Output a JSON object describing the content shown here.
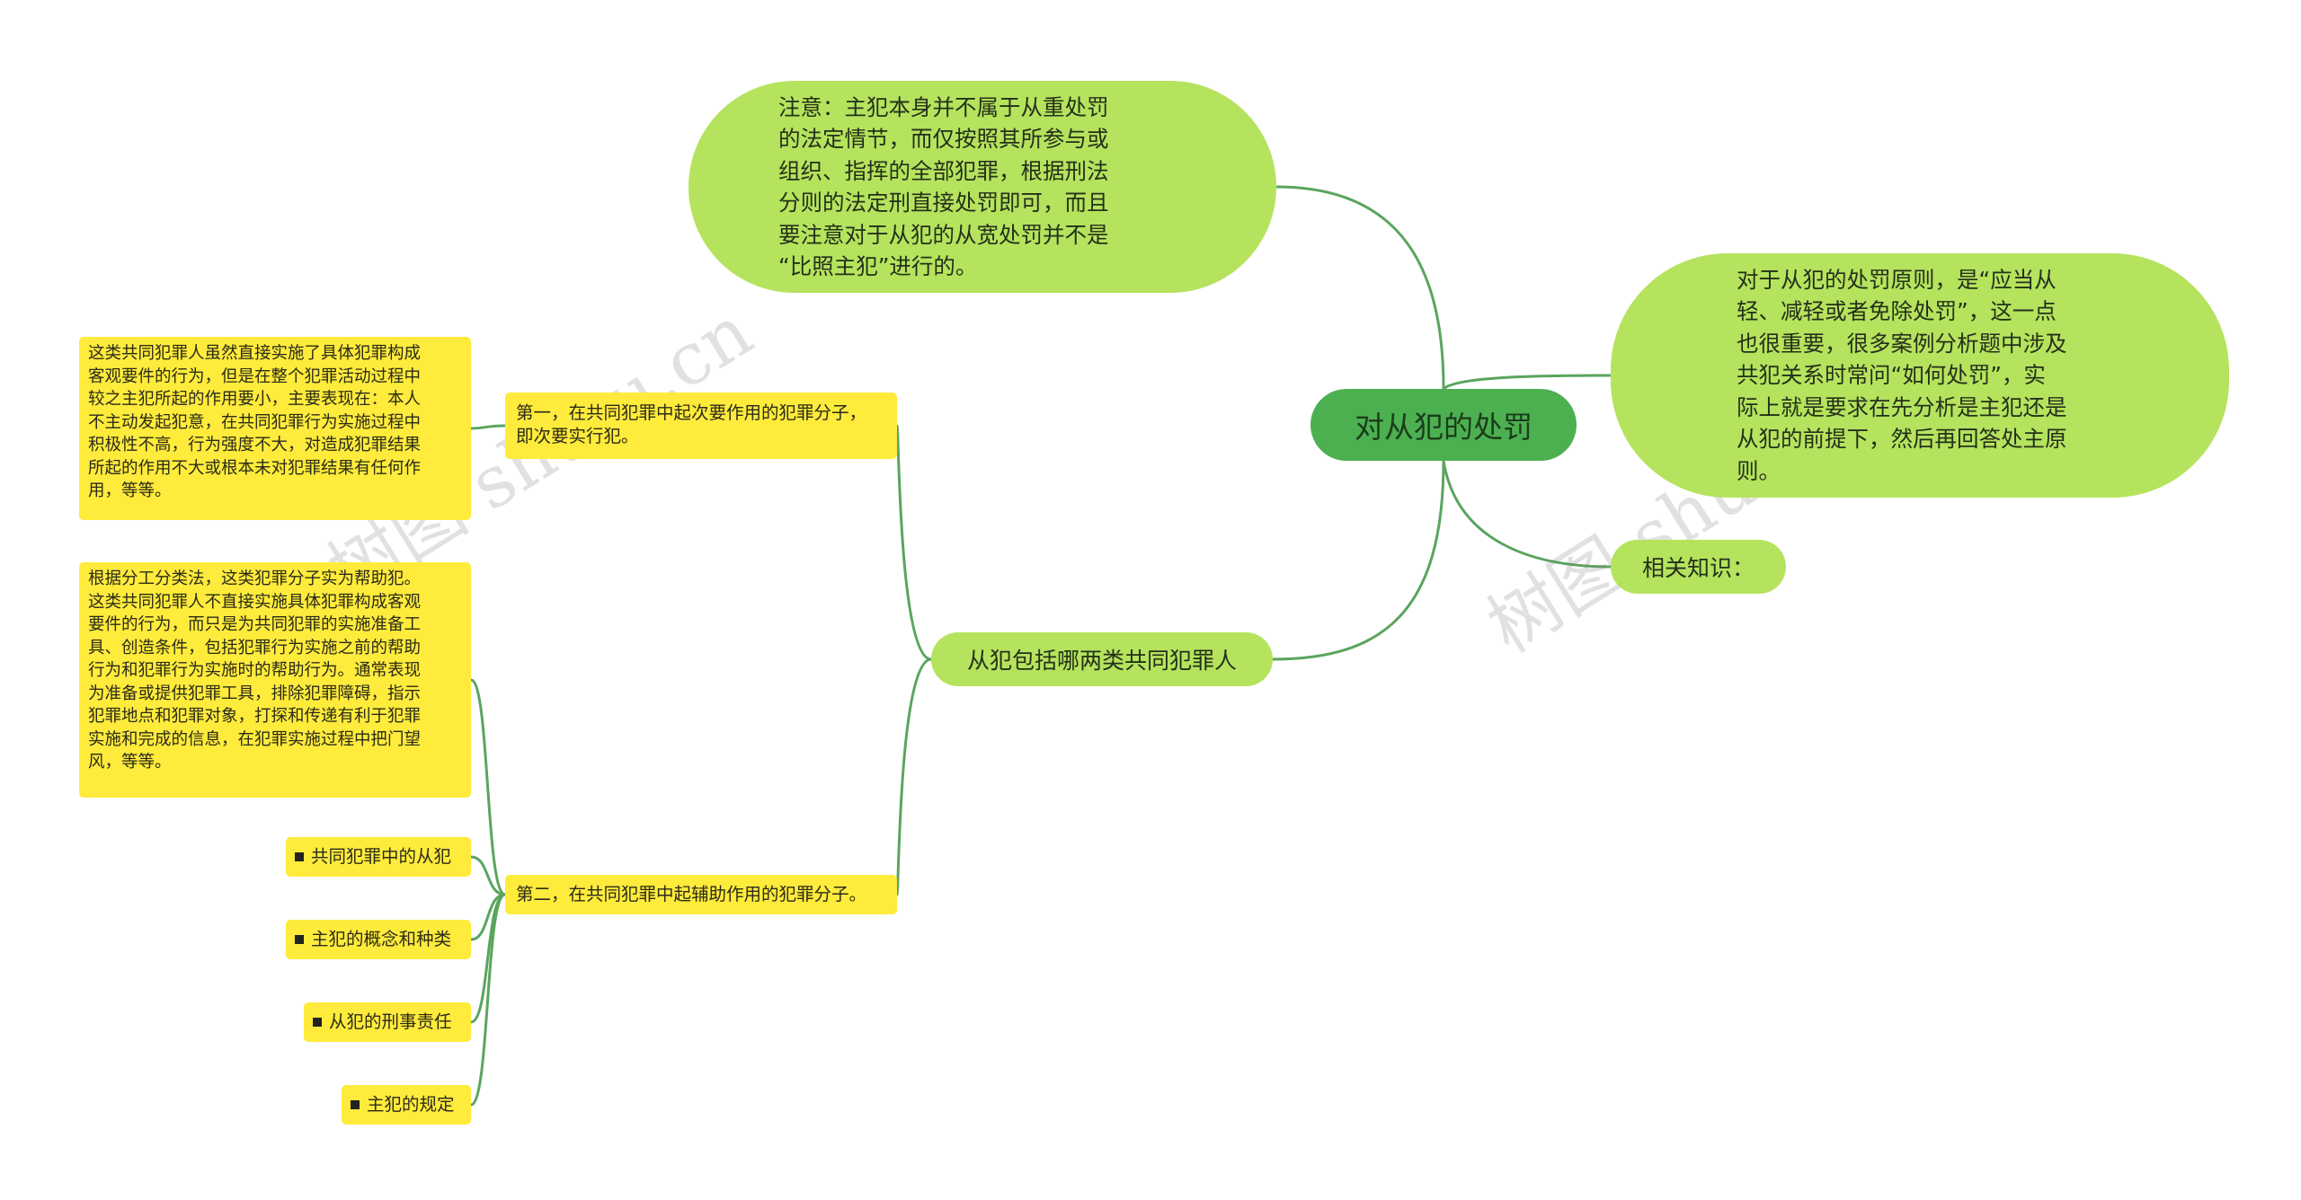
{
  "root": {
    "label": "对从犯的处罚"
  },
  "note": {
    "text": "注意：主犯本身并不属于从重处罚\n的法定情节，而仅按照其所参与或\n组织、指挥的全部犯罪，根据刑法\n分则的法定刑直接处罚即可，而且\n要注意对于从犯的从宽处罚并不是\n“比照主犯”进行的。"
  },
  "principle": {
    "text": "对于从犯的处罚原则，是“应当从\n轻、减轻或者免除处罚”，这一点\n也很重要，很多案例分析题中涉及\n共犯关系时常问“如何处罚”，实\n际上就是要求在先分析是主犯还是\n从犯的前提下，然后再回答处主原\n则。"
  },
  "related": {
    "label": "相关知识："
  },
  "which": {
    "label": "从犯包括哪两类共同犯罪人"
  },
  "first": {
    "label": "第一，在共同犯罪中起次要作用的犯罪分子，\n即次要实行犯。"
  },
  "second": {
    "label": "第二，在共同犯罪中起辅助作用的犯罪分子。"
  },
  "detail1": {
    "text": "这类共同犯罪人虽然直接实施了具体犯罪构成\n客观要件的行为，但是在整个犯罪活动过程中\n较之主犯所起的作用要小，主要表现在：本人\n不主动发起犯意，在共同犯罪行为实施过程中\n积极性不高，行为强度不大，对造成犯罪结果\n所起的作用不大或根本未对犯罪结果有任何作\n用，等等。"
  },
  "detail2": {
    "text": "根据分工分类法，这类犯罪分子实为帮助犯。\n这类共同犯罪人不直接实施具体犯罪构成客观\n要件的行为，而只是为共同犯罪的实施准备工\n具、创造条件，包括犯罪行为实施之前的帮助\n行为和犯罪行为实施时的帮助行为。通常表现\n为准备或提供犯罪工具，排除犯罪障碍，指示\n犯罪地点和犯罪对象，打探和传递有利于犯罪\n实施和完成的信息，在犯罪实施过程中把门望\n风，等等。"
  },
  "links": [
    {
      "label": "共同犯罪中的从犯"
    },
    {
      "label": "主犯的概念和种类"
    },
    {
      "label": "从犯的刑事责任"
    },
    {
      "label": "主犯的规定"
    }
  ],
  "watermark": {
    "text": "树图 shutu.cn"
  },
  "colors": {
    "edge": "#5aa55e",
    "root": "#4caf50",
    "green": "#b5e35d",
    "yellow": "#ffeb3b"
  }
}
